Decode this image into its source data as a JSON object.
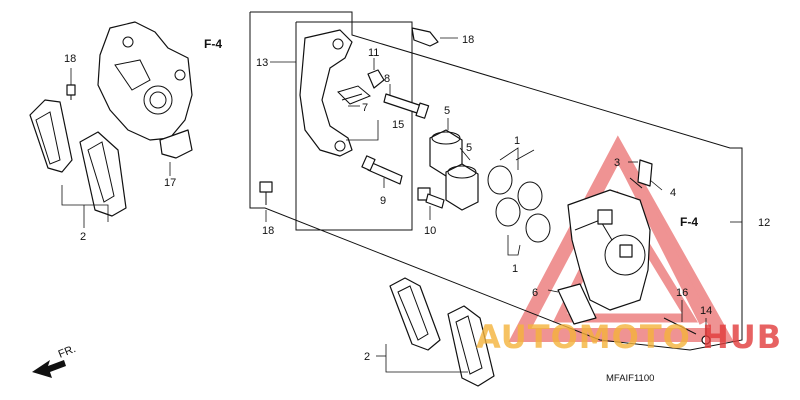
{
  "diagram": {
    "diagram_code": "MFAIF1100",
    "direction_marker": "FR.",
    "reference_label": "F-4",
    "part_numbers": {
      "p1": "1",
      "p2": "2",
      "p3": "3",
      "p4": "4",
      "p5": "5",
      "p6": "6",
      "p7": "7",
      "p8": "8",
      "p9": "9",
      "p10": "10",
      "p11": "11",
      "p12": "12",
      "p13": "13",
      "p14": "14",
      "p15": "15",
      "p16": "16",
      "p17": "17",
      "p18": "18"
    }
  },
  "watermark": {
    "text_left": "AUTOMOTO",
    "text_right": "HUB",
    "colors": {
      "left": "#f4b33c",
      "right": "#e23b3b",
      "triangle": "#e23b3b"
    }
  }
}
